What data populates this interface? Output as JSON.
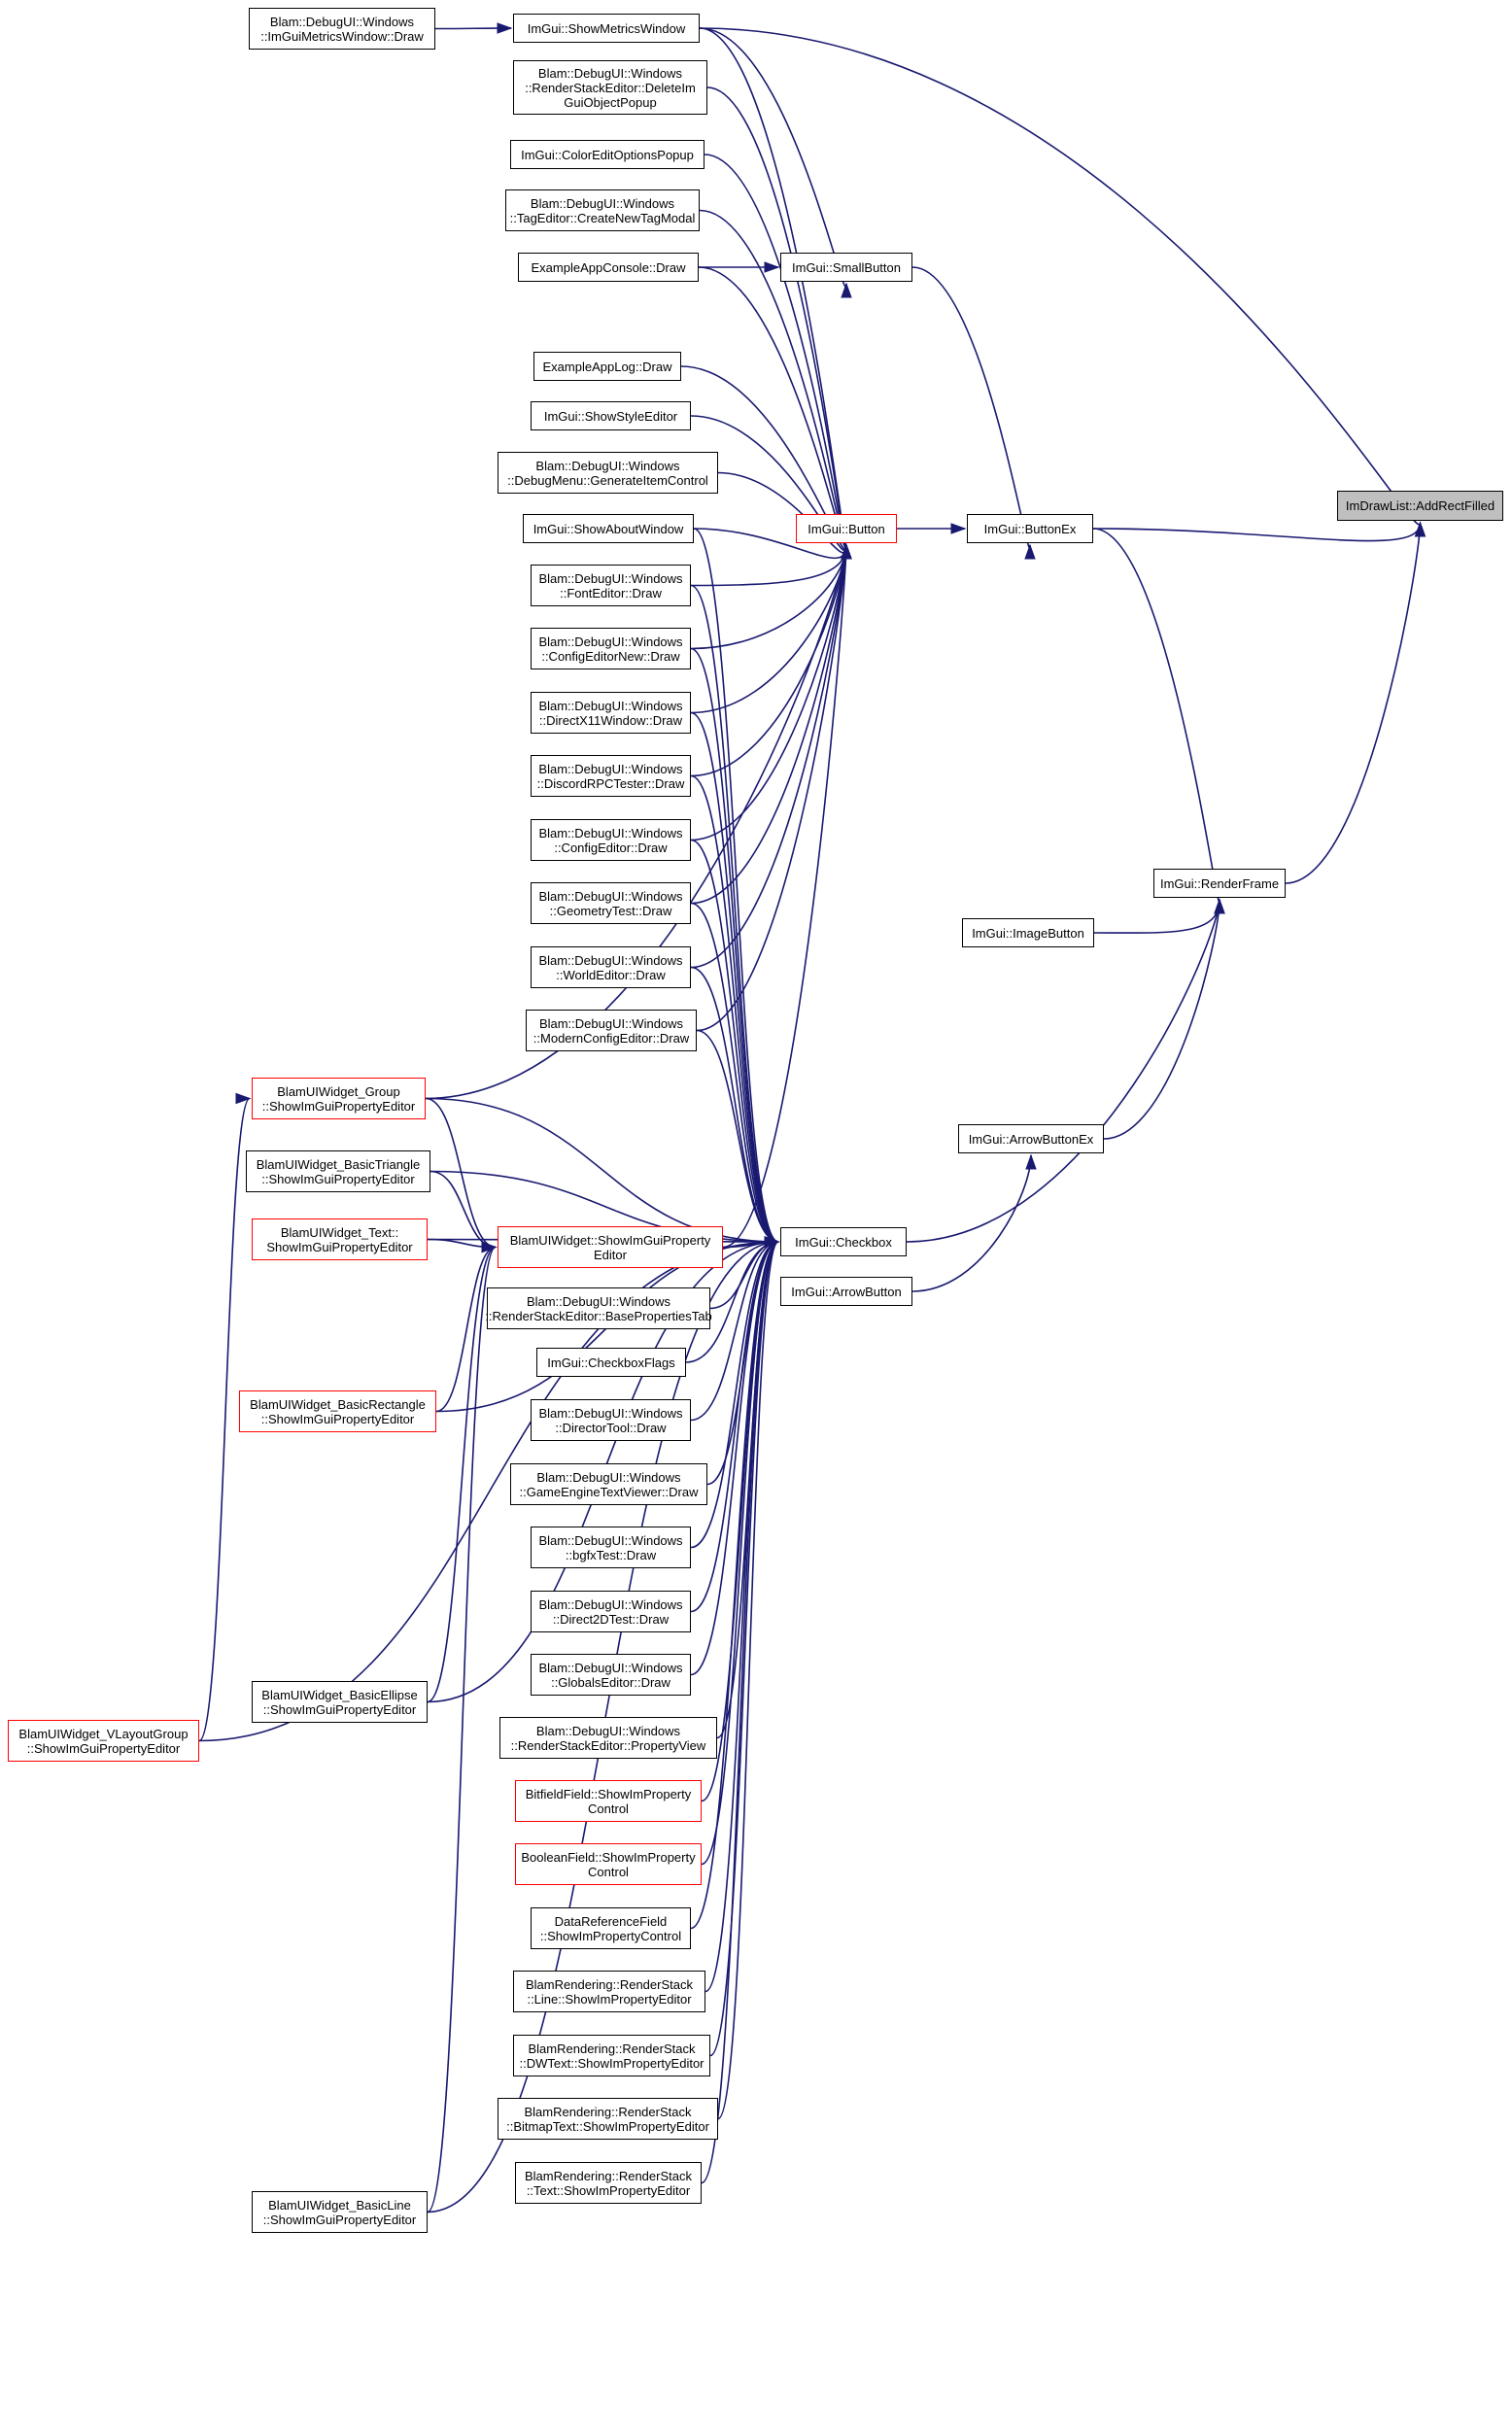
{
  "graph": {
    "edge_color": "#191970",
    "highlight_border": "#ff0000",
    "target_fill": "#bfbfbf",
    "nodes": [
      {
        "id": "target",
        "lines": [
          "ImDrawList::AddRectFilled"
        ]
      },
      {
        "id": "show_metrics",
        "lines": [
          "ImGui::ShowMetricsWindow"
        ]
      },
      {
        "id": "imgui_metrics",
        "lines": [
          "Blam::DebugUI::Windows",
          "::ImGuiMetricsWindow::Draw"
        ]
      },
      {
        "id": "small_button",
        "lines": [
          "ImGui::SmallButton"
        ]
      },
      {
        "id": "button_ex",
        "lines": [
          "ImGui::ButtonEx"
        ]
      },
      {
        "id": "button",
        "lines": [
          "ImGui::Button"
        ]
      },
      {
        "id": "render_frame",
        "lines": [
          "ImGui::RenderFrame"
        ]
      },
      {
        "id": "image_button",
        "lines": [
          "ImGui::ImageButton"
        ]
      },
      {
        "id": "arrow_button_ex",
        "lines": [
          "ImGui::ArrowButtonEx"
        ]
      },
      {
        "id": "arrow_button",
        "lines": [
          "ImGui::ArrowButton"
        ]
      },
      {
        "id": "checkbox",
        "lines": [
          "ImGui::Checkbox"
        ]
      },
      {
        "id": "delete_popup",
        "lines": [
          "Blam::DebugUI::Windows",
          "::RenderStackEditor::DeleteIm",
          "GuiObjectPopup"
        ]
      },
      {
        "id": "color_edit",
        "lines": [
          "ImGui::ColorEditOptionsPopup"
        ]
      },
      {
        "id": "tag_modal",
        "lines": [
          "Blam::DebugUI::Windows",
          "::TagEditor::CreateNewTagModal"
        ]
      },
      {
        "id": "app_console",
        "lines": [
          "ExampleAppConsole::Draw"
        ]
      },
      {
        "id": "app_log",
        "lines": [
          "ExampleAppLog::Draw"
        ]
      },
      {
        "id": "style_editor",
        "lines": [
          "ImGui::ShowStyleEditor"
        ]
      },
      {
        "id": "gen_item",
        "lines": [
          "Blam::DebugUI::Windows",
          "::DebugMenu::GenerateItemControl"
        ]
      },
      {
        "id": "about_window",
        "lines": [
          "ImGui::ShowAboutWindow"
        ]
      },
      {
        "id": "font_editor",
        "lines": [
          "Blam::DebugUI::Windows",
          "::FontEditor::Draw"
        ]
      },
      {
        "id": "config_new",
        "lines": [
          "Blam::DebugUI::Windows",
          "::ConfigEditorNew::Draw"
        ]
      },
      {
        "id": "directx",
        "lines": [
          "Blam::DebugUI::Windows",
          "::DirectX11Window::Draw"
        ]
      },
      {
        "id": "discord",
        "lines": [
          "Blam::DebugUI::Windows",
          "::DiscordRPCTester::Draw"
        ]
      },
      {
        "id": "config_editor",
        "lines": [
          "Blam::DebugUI::Windows",
          "::ConfigEditor::Draw"
        ]
      },
      {
        "id": "geometry",
        "lines": [
          "Blam::DebugUI::Windows",
          "::GeometryTest::Draw"
        ]
      },
      {
        "id": "world_editor",
        "lines": [
          "Blam::DebugUI::Windows",
          "::WorldEditor::Draw"
        ]
      },
      {
        "id": "modern_config",
        "lines": [
          "Blam::DebugUI::Windows",
          "::ModernConfigEditor::Draw"
        ]
      },
      {
        "id": "group",
        "lines": [
          "BlamUIWidget_Group",
          "::ShowImGuiPropertyEditor"
        ]
      },
      {
        "id": "triangle",
        "lines": [
          "BlamUIWidget_BasicTriangle",
          "::ShowImGuiPropertyEditor"
        ]
      },
      {
        "id": "text_widget",
        "lines": [
          "BlamUIWidget_Text::",
          "ShowImGuiPropertyEditor"
        ]
      },
      {
        "id": "widget_prop",
        "lines": [
          "BlamUIWidget::ShowImGuiProperty",
          "Editor"
        ]
      },
      {
        "id": "base_props",
        "lines": [
          "Blam::DebugUI::Windows",
          "::RenderStackEditor::BasePropertiesTab"
        ]
      },
      {
        "id": "checkbox_flags",
        "lines": [
          "ImGui::CheckboxFlags"
        ]
      },
      {
        "id": "director",
        "lines": [
          "Blam::DebugUI::Windows",
          "::DirectorTool::Draw"
        ]
      },
      {
        "id": "engine_text",
        "lines": [
          "Blam::DebugUI::Windows",
          "::GameEngineTextViewer::Draw"
        ]
      },
      {
        "id": "bgfx",
        "lines": [
          "Blam::DebugUI::Windows",
          "::bgfxTest::Draw"
        ]
      },
      {
        "id": "direct2d",
        "lines": [
          "Blam::DebugUI::Windows",
          "::Direct2DTest::Draw"
        ]
      },
      {
        "id": "globals",
        "lines": [
          "Blam::DebugUI::Windows",
          "::GlobalsEditor::Draw"
        ]
      },
      {
        "id": "prop_view",
        "lines": [
          "Blam::DebugUI::Windows",
          "::RenderStackEditor::PropertyView"
        ]
      },
      {
        "id": "bitfield",
        "lines": [
          "BitfieldField::ShowImProperty",
          "Control"
        ]
      },
      {
        "id": "boolean",
        "lines": [
          "BooleanField::ShowImProperty",
          "Control"
        ]
      },
      {
        "id": "dataref",
        "lines": [
          "DataReferenceField",
          "::ShowImPropertyControl"
        ]
      },
      {
        "id": "rs_line",
        "lines": [
          "BlamRendering::RenderStack",
          "::Line::ShowImPropertyEditor"
        ]
      },
      {
        "id": "rs_dwtext",
        "lines": [
          "BlamRendering::RenderStack",
          "::DWText::ShowImPropertyEditor"
        ]
      },
      {
        "id": "rs_bitmap",
        "lines": [
          "BlamRendering::RenderStack",
          "::BitmapText::ShowImPropertyEditor"
        ]
      },
      {
        "id": "rs_text",
        "lines": [
          "BlamRendering::RenderStack",
          "::Text::ShowImPropertyEditor"
        ]
      },
      {
        "id": "rectangle",
        "lines": [
          "BlamUIWidget_BasicRectangle",
          "::ShowImGuiPropertyEditor"
        ]
      },
      {
        "id": "ellipse",
        "lines": [
          "BlamUIWidget_BasicEllipse",
          "::ShowImGuiPropertyEditor"
        ]
      },
      {
        "id": "vlayout",
        "lines": [
          "BlamUIWidget_VLayoutGroup",
          "::ShowImGuiPropertyEditor"
        ]
      },
      {
        "id": "basic_line",
        "lines": [
          "BlamUIWidget_BasicLine",
          "::ShowImGuiPropertyEditor"
        ]
      }
    ]
  }
}
